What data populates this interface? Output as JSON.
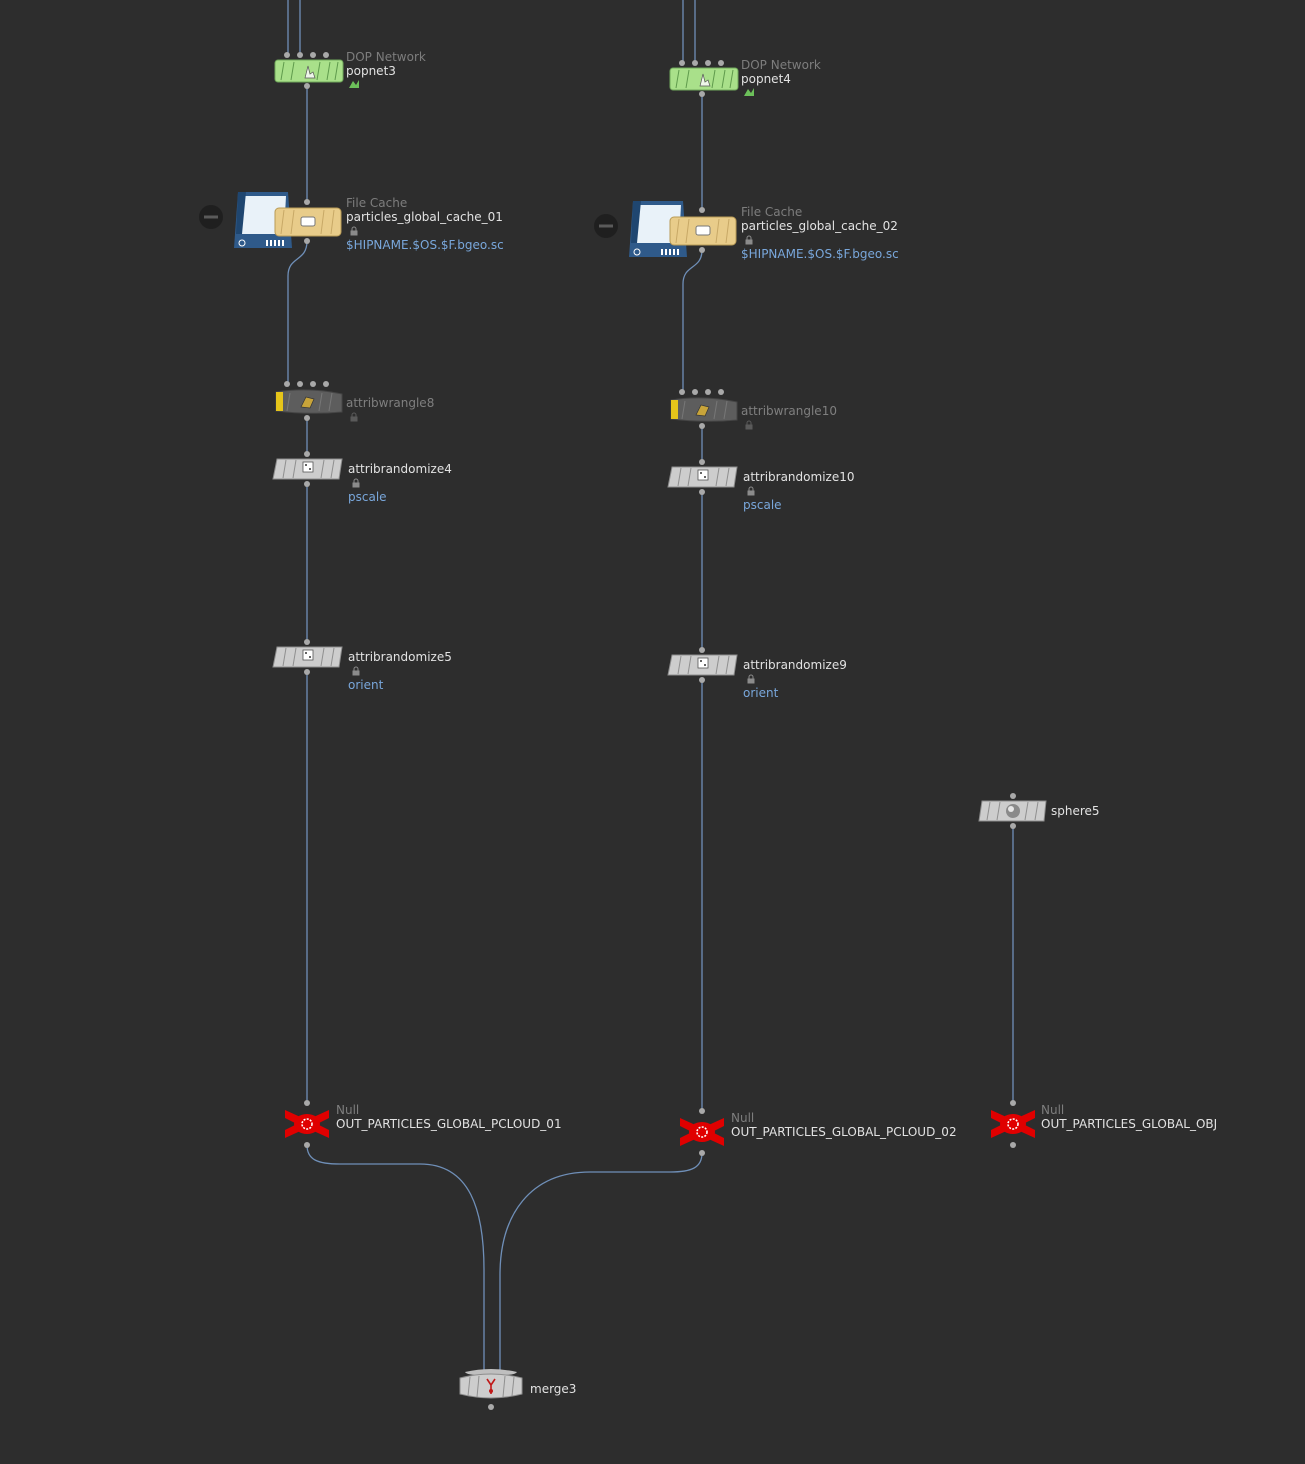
{
  "colors": {
    "background": "#2d2d2d",
    "wire": "#6f8fb8",
    "dop_node": "#a9e08a",
    "filecache_node": "#e8cc8a",
    "generic_node": "#c9c9c9",
    "null_node": "#e00000",
    "param_text": "#79a7db"
  },
  "nodes": {
    "popnet3": {
      "type": "DOP Network",
      "name": "popnet3",
      "icon": "dop-network-icon"
    },
    "popnet4": {
      "type": "DOP Network",
      "name": "popnet4",
      "icon": "dop-network-icon"
    },
    "cache01": {
      "type": "File Cache",
      "name": "particles_global_cache_01",
      "param": "$HIPNAME.$OS.$F.bgeo.sc",
      "icon": "disk-drive-icon"
    },
    "cache02": {
      "type": "File Cache",
      "name": "particles_global_cache_02",
      "param": "$HIPNAME.$OS.$F.bgeo.sc",
      "icon": "disk-drive-icon"
    },
    "wrangle8": {
      "name": "attribwrangle8",
      "icon": "wrangle-icon"
    },
    "wrangle10": {
      "name": "attribwrangle10",
      "icon": "wrangle-icon"
    },
    "rand4": {
      "name": "attribrandomize4",
      "param": "pscale",
      "icon": "dice-icon"
    },
    "rand10": {
      "name": "attribrandomize10",
      "param": "pscale",
      "icon": "dice-icon"
    },
    "rand5": {
      "name": "attribrandomize5",
      "param": "orient",
      "icon": "dice-icon"
    },
    "rand9": {
      "name": "attribrandomize9",
      "param": "orient",
      "icon": "dice-icon"
    },
    "sphere5": {
      "name": "sphere5",
      "icon": "sphere-icon"
    },
    "null01": {
      "type": "Null",
      "name": "OUT_PARTICLES_GLOBAL_PCLOUD_01",
      "icon": "null-icon"
    },
    "null02": {
      "type": "Null",
      "name": "OUT_PARTICLES_GLOBAL_PCLOUD_02",
      "icon": "null-icon"
    },
    "nullobj": {
      "type": "Null",
      "name": "OUT_PARTICLES_GLOBAL_OBJ",
      "icon": "null-icon"
    },
    "merge3": {
      "name": "merge3",
      "icon": "merge-icon"
    }
  }
}
